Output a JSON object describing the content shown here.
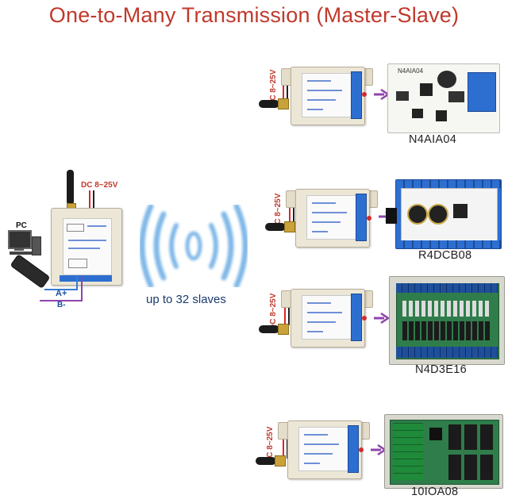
{
  "title": "One-to-Many Transmission (Master-Slave)",
  "master": {
    "power_label": "DC 8~25V",
    "pc_label": "PC",
    "a_plus_label": "A+",
    "b_minus_label": "B-"
  },
  "wireless": {
    "label": "up to 32 slaves",
    "color": "#7fb8e8"
  },
  "slaves": [
    {
      "power_label": "DC 8~25V",
      "device": "N4AIA04"
    },
    {
      "power_label": "DC 8~25V",
      "device": "R4DCB08"
    },
    {
      "power_label": "DC 8~25V",
      "device": "N4D3E16"
    },
    {
      "power_label": "DC 8~25V",
      "device": "10IOA08"
    }
  ],
  "colors": {
    "title": "#c0392b",
    "arrow": "#8e44ad",
    "terminal_blue": "#2d6fd1",
    "terminal_green": "#2aa84a"
  }
}
